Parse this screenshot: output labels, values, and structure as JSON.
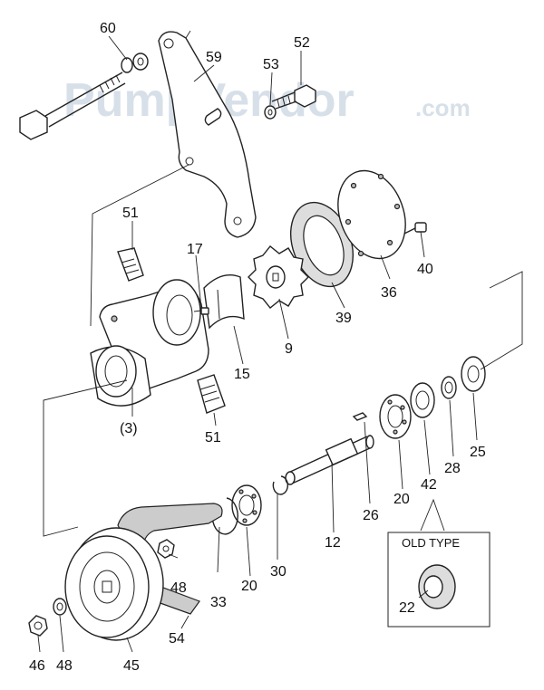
{
  "watermark": {
    "main": "PumpVendor",
    "suffix": ".com"
  },
  "inset": {
    "title": "OLD TYPE"
  },
  "labels": {
    "p60": "60",
    "p52": "52",
    "p59": "59",
    "p53": "53",
    "p51a": "51",
    "p17": "17",
    "p40": "40",
    "p36": "36",
    "p39": "39",
    "p15": "15",
    "p9": "9",
    "p3": "(3)",
    "p51b": "51",
    "p26": "26",
    "p20a": "20",
    "p42": "42",
    "p28": "28",
    "p25": "25",
    "p12": "12",
    "p33": "33",
    "p20b": "20",
    "p30": "30",
    "p48a": "48",
    "p46": "46",
    "p48b": "48",
    "p45": "45",
    "p54": "54",
    "p22": "22"
  }
}
